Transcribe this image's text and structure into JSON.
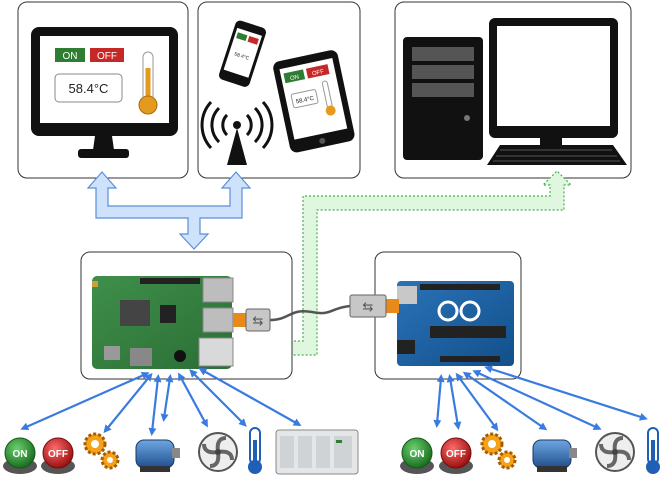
{
  "monitor": {
    "on_label": "ON",
    "off_label": "OFF",
    "temperature": "58.4°C"
  },
  "phone": {
    "on_label": "ON",
    "off_label": "OFF",
    "temperature": "58.4°C"
  },
  "tablet": {
    "on_label": "ON",
    "off_label": "OFF",
    "temperature": "58.4°C"
  },
  "pi_devices": {
    "on_button": "ON",
    "off_button": "OFF"
  },
  "arduino_devices": {
    "on_button": "ON",
    "off_button": "OFF"
  },
  "colors": {
    "on_green": "#2e7d32",
    "off_red": "#c62828",
    "bus_blue": "#cfe2fb",
    "bus_green": "#dff7df",
    "arrow_blue": "#3a7be0"
  }
}
